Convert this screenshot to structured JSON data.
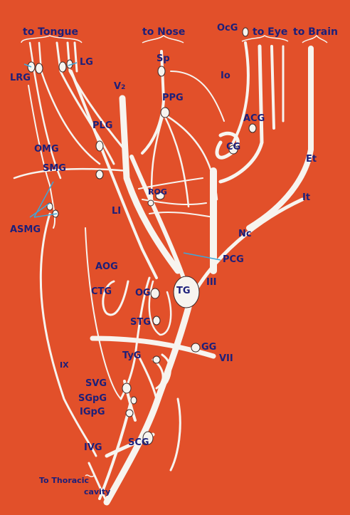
{
  "labels": {
    "to_tongue": "to Tongue",
    "to_nose": "to Nose",
    "ocg": "OcG",
    "to_eye": "to Eye",
    "to_brain": "to Brain",
    "lrg": "LRG",
    "lg": "LG",
    "sp": "Sp",
    "io": "Io",
    "v2_main": "V",
    "v2_sub": "2",
    "ppg": "PPG",
    "acg": "ACG",
    "plg": "PLG",
    "cg": "CG",
    "omg": "OMG",
    "et": "Et",
    "smg": "SMG",
    "rog": "ROG",
    "it": "It",
    "li": "LI",
    "asmg": "ASMG",
    "nc": "Nc",
    "pcg": "PCG",
    "aog": "AOG",
    "iii": "III",
    "ctg": "CTG",
    "og": "OG",
    "tg": "TG",
    "stg": "STG",
    "gg": "GG",
    "vii": "VII",
    "tyg": "TyG",
    "ix": "IX",
    "svg": "SVG",
    "sgpg": "SGpG",
    "igpg": "IGpG",
    "ivg": "IVG",
    "scg": "SCG",
    "to_thoracic": "To Thoracic",
    "cavity": "cavity"
  },
  "colors": {
    "background": "#e2502a",
    "nerve": "#f7f4ef",
    "label": "#1c1f7a",
    "pointer": "#3fa6d8",
    "outline": "#3a2a2a"
  }
}
